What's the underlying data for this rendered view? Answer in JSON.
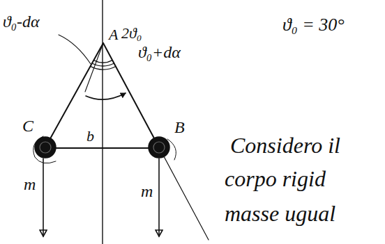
{
  "diagram": {
    "labels": [
      "ϑ₀-dα",
      "A",
      "2ϑ₀",
      "ϑ₀+dα",
      "ϑ₀ = 30°",
      "C",
      "b",
      "B",
      "m",
      "m",
      "Considero il",
      "corpo rigid",
      "masse ugual"
    ]
  }
}
